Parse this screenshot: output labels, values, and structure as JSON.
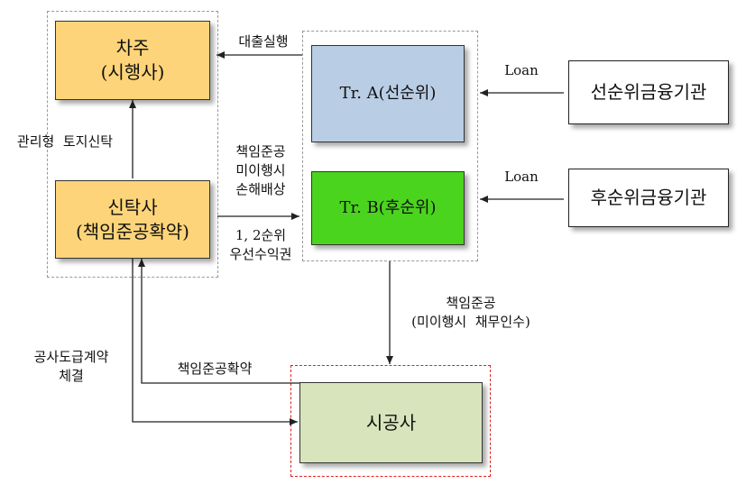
{
  "nodes": {
    "borrower": {
      "line1": "차주",
      "line2": "(시행사)",
      "color": "#fdd479"
    },
    "trust": {
      "line1": "신탁사",
      "line2": "(책임준공확약)",
      "color": "#fdd479"
    },
    "tranche_a": {
      "label": "Tr. A(선순위)",
      "color": "#b9cde5"
    },
    "tranche_b": {
      "label": "Tr. B(후순위)",
      "color": "#4bd41e"
    },
    "senior_lender": {
      "label": "선순위금융기관",
      "color": "#ffffff"
    },
    "junior_lender": {
      "label": "후순위금융기관",
      "color": "#ffffff"
    },
    "contractor": {
      "label": "시공사",
      "color": "#d8e4bc"
    }
  },
  "edges": {
    "loan_execution": "대출실행",
    "management_trust": "관리형  토지신탁",
    "trust_to_tranche": [
      "책임준공",
      "미이행시",
      "손해배상"
    ],
    "priority": [
      "1, 2순위",
      "우선수익권"
    ],
    "loan_a": "Loan",
    "loan_b": "Loan",
    "tranche_to_contractor": [
      "책임준공",
      "(미이행시  채무인수)"
    ],
    "construction_contract": [
      "공사도급계약",
      "체결"
    ],
    "completion_guarantee": "책임준공확약"
  }
}
